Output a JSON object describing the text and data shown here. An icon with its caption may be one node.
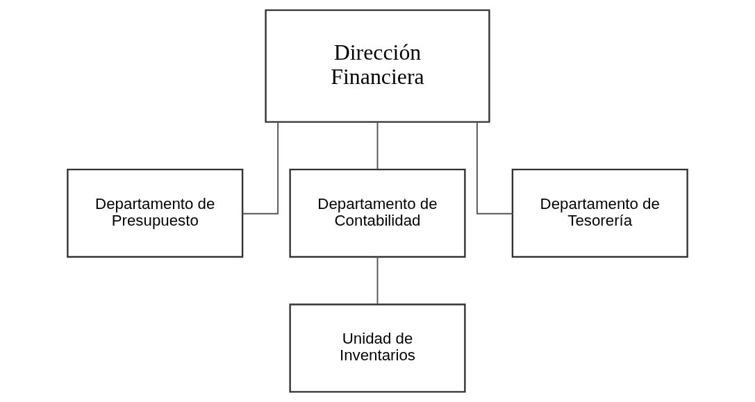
{
  "diagram": {
    "nodes": [
      {
        "text": [
          "Dirección Financiera"
        ]
      },
      {
        "text": [
          "Departamento de Presupuesto"
        ]
      },
      {
        "text": [
          "Departamento de Contabilidad"
        ]
      },
      {
        "text": [
          "Departamento de Tesorería"
        ]
      },
      {
        "text": [
          "Unidad de Inventarios"
        ]
      }
    ],
    "edges": [
      {
        "from": 0,
        "to": 1,
        "arrow": "none"
      },
      {
        "from": 0,
        "to": 2,
        "arrow": "none"
      },
      {
        "from": 0,
        "to": 3,
        "arrow": "none"
      },
      {
        "from": 2,
        "to": 4,
        "arrow": "none"
      }
    ]
  }
}
